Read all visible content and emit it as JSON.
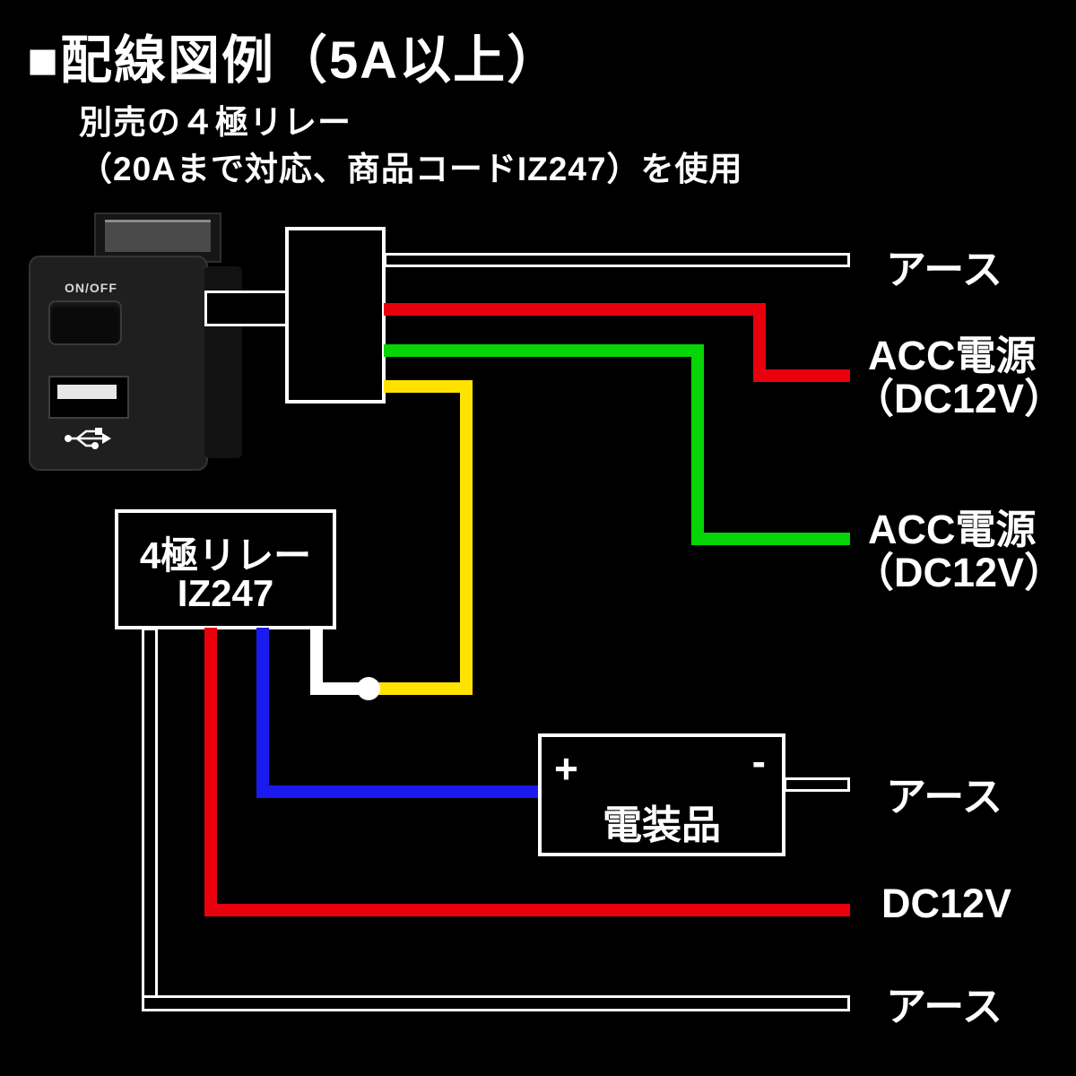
{
  "title": "■配線図例（5A以上）",
  "subtitle": {
    "line1": "別売の４極リレー",
    "line2": "（20Aまで対応、商品コードIZ247）を使用"
  },
  "switch_photo": {
    "on_off_label": "ON/OFF"
  },
  "relay": {
    "line1": "4極リレー",
    "line2": "IZ247"
  },
  "component": {
    "plus": "+",
    "minus": "-",
    "label": "電装品"
  },
  "wire_labels": {
    "ground_top": "アース",
    "acc1": {
      "line1": "ACC電源",
      "line2": "（DC12V）"
    },
    "acc2": {
      "line1": "ACC電源",
      "line2": "（DC12V）"
    },
    "ground_component": "アース",
    "dc12v": "DC12V",
    "ground_bottom": "アース"
  },
  "wire_colors": {
    "red": "#e8000d",
    "green": "#06d506",
    "yellow": "#ffe300",
    "blue": "#1a1aee",
    "white": "#ffffff",
    "background": "#000000"
  }
}
